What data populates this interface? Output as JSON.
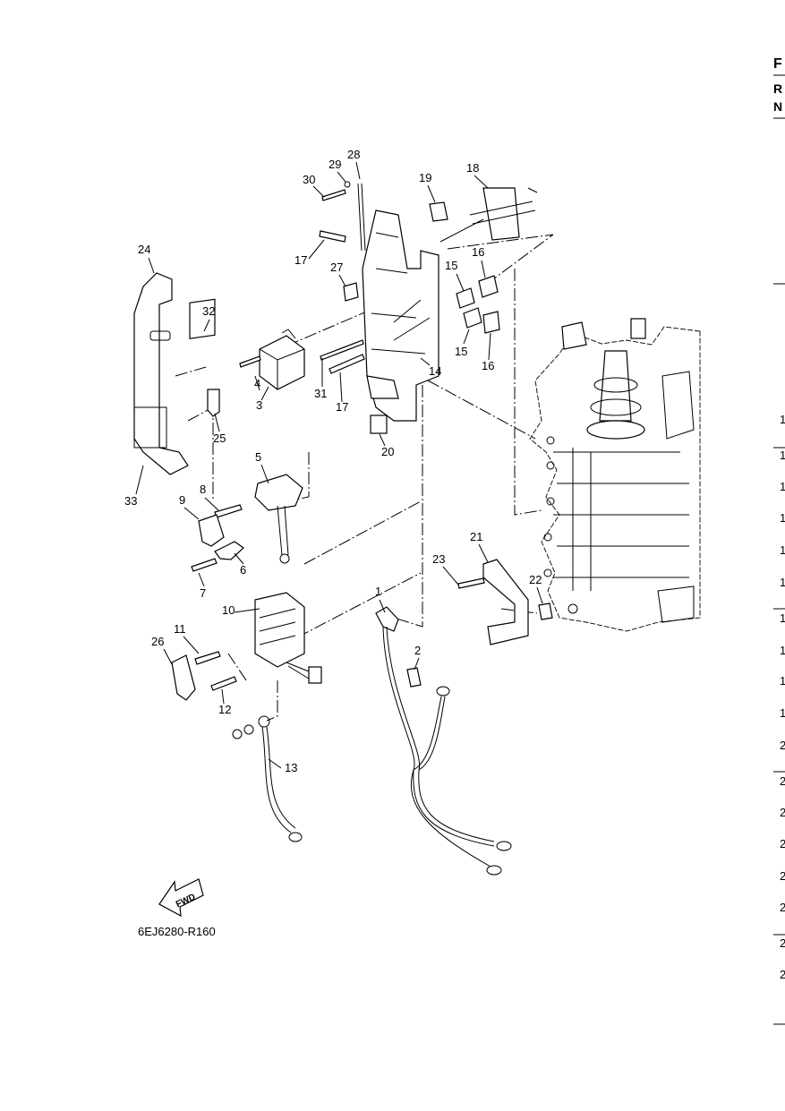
{
  "callouts": [
    "1",
    "2",
    "3",
    "4",
    "5",
    "6",
    "7",
    "8",
    "9",
    "10",
    "11",
    "12",
    "13",
    "14",
    "15",
    "15",
    "16",
    "16",
    "17",
    "17",
    "18",
    "19",
    "20",
    "21",
    "22",
    "23",
    "24",
    "25",
    "26",
    "27",
    "28",
    "29",
    "30",
    "31",
    "32",
    "33"
  ],
  "reference_code": "6EJ6280-R160",
  "fwd_label": "FWD",
  "right_edge": {
    "headers": [
      "F",
      "R",
      "N"
    ],
    "numbers": [
      "1",
      "1",
      "1",
      "1",
      "1",
      "1",
      "1",
      "1",
      "1",
      "1",
      "2",
      "2",
      "2",
      "2",
      "2",
      "2",
      "2",
      "2"
    ]
  }
}
